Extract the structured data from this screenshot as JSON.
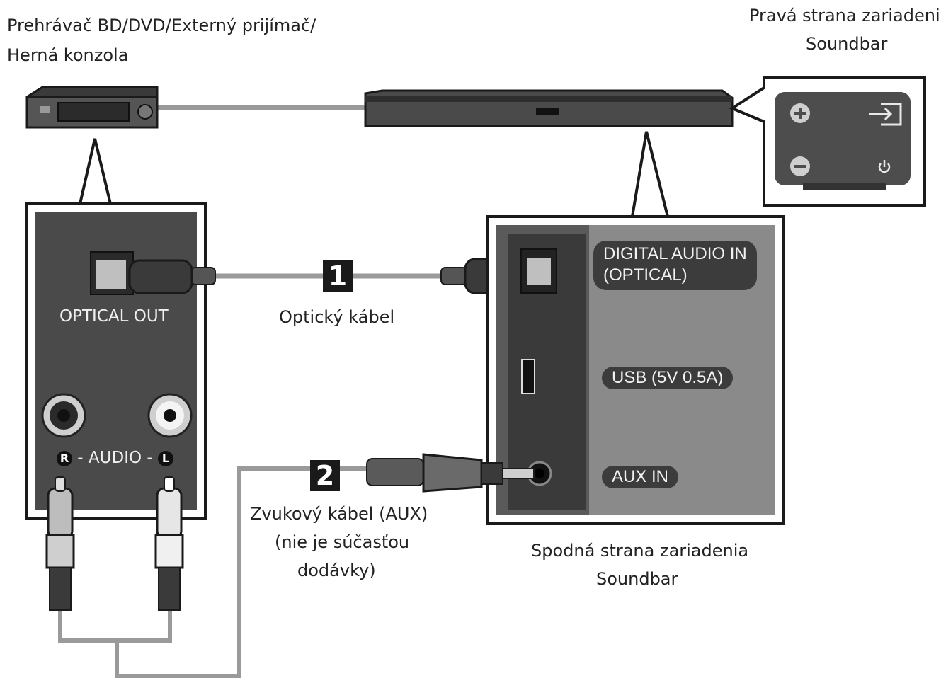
{
  "source_device": {
    "title_line1": "Prehrávač BD/DVD/Externý prijímač/",
    "title_line2": "Herná konzola",
    "optical_out_label": "OPTICAL OUT",
    "audio_r": "R",
    "audio_mid": " - AUDIO - ",
    "audio_l": "L"
  },
  "soundbar_right": {
    "title_line1": "Pravá strana zariadenia",
    "title_line2": "Soundbar"
  },
  "soundbar_bottom": {
    "title_line1": "Spodná strana zariadenia",
    "title_line2": "Soundbar",
    "port_digital_line1": "DIGITAL AUDIO IN",
    "port_digital_line2": "(OPTICAL)",
    "port_usb": "USB (5V 0.5A)",
    "port_aux": "AUX IN"
  },
  "cables": [
    {
      "number": "1",
      "label_line1": "Optický kábel"
    },
    {
      "number": "2",
      "label_line1": "Zvukový kábel (AUX)",
      "label_line2": "(nie je súčasťou",
      "label_line3": "dodávky)"
    }
  ],
  "icons": [
    "plus-icon",
    "minus-icon",
    "input-source-icon",
    "power-icon"
  ],
  "colors": {
    "panel": "#4a4a4a",
    "frame": "#1a1a1a",
    "cable": "#9a9a9a",
    "badge": "#1a1a1a"
  }
}
